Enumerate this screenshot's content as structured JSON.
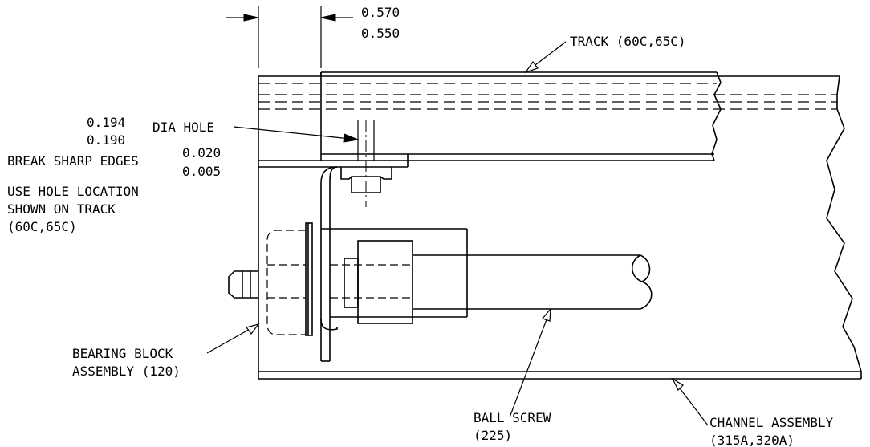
{
  "labels": {
    "dim_upper": "0.570",
    "dim_lower": "0.550",
    "track": "TRACK (60C,65C)",
    "hole_dia_upper": "0.194",
    "hole_dia_lower": "0.190",
    "hole_text": "DIA HOLE",
    "break_edges": "BREAK SHARP EDGES",
    "break_upper": "0.020",
    "break_lower": "0.005",
    "hole_loc_line1": "USE HOLE LOCATION",
    "hole_loc_line2": "SHOWN ON TRACK",
    "hole_loc_line3": "(60C,65C)",
    "bearing_line1": "BEARING BLOCK",
    "bearing_line2": "ASSEMBLY (120)",
    "ball_screw_line1": "BALL SCREW",
    "ball_screw_line2": "(225)",
    "channel_line1": "CHANNEL ASSEMBLY",
    "channel_line2": "(315A,320A)"
  }
}
